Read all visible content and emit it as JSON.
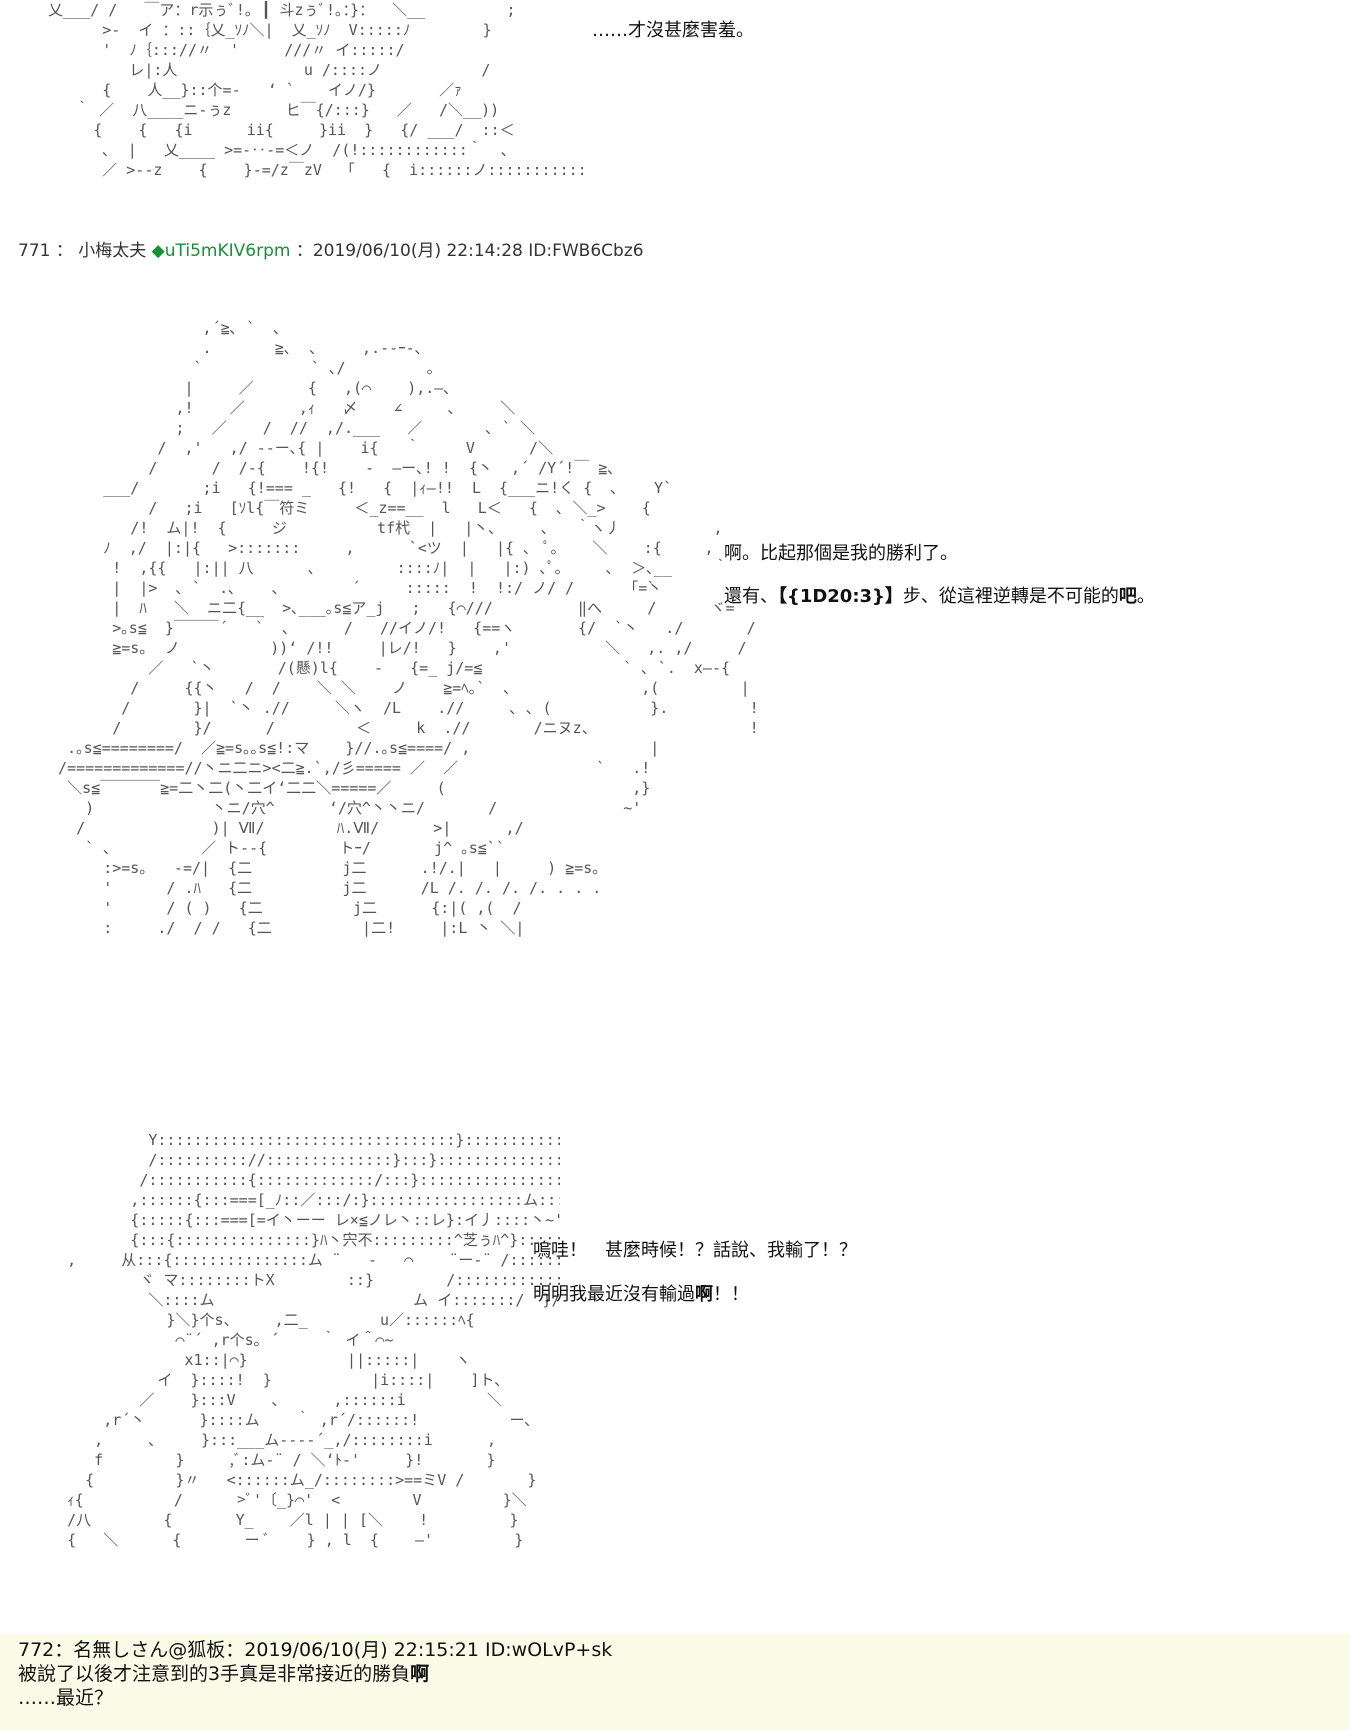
{
  "post_770_tail": {
    "aa_lines": [
      "  乂___/ /   ￣ア：r示ぅﾞ!｡ ┃ 斗zぅﾞ!｡：}：  ＼__         ;",
      "        >-  イ ：::｛乂_ｿﾉ＼|  乂_ｿﾉ  V:::::ﾉ        }",
      "        '  ﾉ｛::://〃  '     ///〃 イ:::::/",
      "           レ|:人              u /::::ノ           /",
      "        {    人__}::个=-   ‘ ` 　 イノ/}       ／ｧ",
      "     ｀ ／  八____ニ-ぅz      ヒ￣{/:::}   ／   /＼__))",
      "       {    {   {i      ii{     }ii  }   {/ ___/  ::＜",
      "        ､  |   乂____ >=-‥-=＜ノ  /(!::::::::::::｀  ､",
      "        ／ >--z    {    }-=/z￣zV  「   {  i::::::ノ:::::::::::::＼"
    ],
    "narration": "……才沒甚麼害羞。"
  },
  "post_771": {
    "number": "771",
    "name": "小梅太夫",
    "trip_mark": "◆",
    "trip": "uTi5mKIV6rpm",
    "datetime": "2019/06/10(月) 22:14:28",
    "id": "ID:FWB6Cbz6",
    "aa1_lines": [
      "                  ,´≧､ `  ､",
      "                  .       ≧､  ､     ,.--ｰ-､",
      "                 `            ` ､/         ｡",
      "                |     ／      {   ,(⌒    ),.—､",
      "               ,!    ／      ,ｨ   〆    ∠     ､     ＼",
      "               ;   ／    /  //  ,/.___   ／       ､ ` ＼",
      "             /  ,'   ,/ --ー､{ |    i{   ｀     V      /＼",
      "            /      /  /-{    !{!    -  —ー､! !  {丶  ,´ /Y´!￣ ≧､",
      "       ___/       ;i   {!=== _   {!   {  |ｨ—!!  L  {___ニ!く {  ､    Y` 、",
      "            /   ;i   [ｿl{￣符ミ     ＜_z==__  l   L＜   {  ､ ＼_>    {",
      "          /!  ム|!  {     ジ          tf杙  |   |丶､     ､   ｀ヽ丿",
      "       ﾉ  ,/  |:|{   >:::::::     ,      `<ツ  |   |{ ､  ﾟ。   ＼    :{",
      "        !  ,{{   |:|| 八      ､         ::::ﾉ|  |   |:) ､ﾟ。    ､  ＞､__  ､",
      "        |  |>  ､ `  .､    ､        ´     :::::  !  !:/ ノ/ /        `",
      "        |  ﾊ   ＼  ニ二{__  >､___｡s≦ア_j   ;   {⌒///",
      "        >｡s≦  }￣￣￣´   `  ､      /   //イノ/!   {==ヽ",
      "        ≧=s｡  ノ          ))‘ /!!     |レ/!   }    ,'",
      "            ／   `丶       /(懸)l{    -   {=_ j/=≦",
      "          /     {{丶   /  /    ＼ ＼    ノ    ≧=ﾍ｡`  ､",
      "         /       }|  `丶 .//     ＼ヽ  /L    .//     ､ ､ (",
      "        /        }/      /         ＜     k  .//       /ニヌz、",
      "   .｡s≦========/  ／≧=s｡｡s≦!:マ    }//.｡s≦====/ ,",
      "  /=============//丶ニ二ニ><二≧.`,/彡===== ／  ／",
      "   ＼s≦￣￣￣￣≧=二丶二(丶二イ‘二二＼=====／     (",
      "     )             丶ニ/穴^      ‘/穴^丶丶ニ/       /",
      "    /              )| Ⅶ/        ﾊ.Ⅶ/      >|      ,/",
      "     ` ､          ／ ト--{        トｰ/       j^ ｡s≦``",
      "       :>=s｡   -=/|  {二          j二      .!/.|   |     ) ≧=s｡",
      "       '      / .ﾊ   {二          j二      /L /. /. /. /. . . .",
      "       '      / ( )   {二          j二      {:|( ,(  /",
      "       :     ./  / /   {二          |二!     |:L 丶 ＼|"
    ],
    "aa1_right_lines": [
      "                 ,",
      "                ,",
      "                 ｀",
      "       「=丶",
      "  ‖へ     /      ヾ=",
      "  {/  `丶   ./       /",
      "     ＼   ,. ,/     /",
      "       ` ､ `.  x—-{",
      "         ,(         |",
      "          }.         !",
      "                     ! ,",
      "          |            ,",
      "    `   .!              ､",
      "        ,}               ､",
      "       ~'                 ､",
      "                            /",
      "                          /",
      "                          ≧=s｡_    ＜"
    ],
    "narration_1": "啊。比起那個是我的勝利了。",
    "narration_2_prefix": "還有、",
    "narration_2_dice": "【{1D20:3}】",
    "narration_2_mid": "步、從這裡逆轉是不可能的",
    "narration_2_bold": "吧",
    "narration_2_suffix": "。",
    "aa2_lines": [
      "            Y:::::::::::::::::::::::::::::::::}::::::::::::::::、::::::::マ:::::ヽ",
      "            /:::::::::://::::::::::::::}:::}::::::::::::::::::::::},::::::::マ:::::V",
      "           /:::::::::::{:::::::::::::/:::}::::::::::::::::::::::::}::::::::::::::::::V",
      "          ,::::::{:::===[_ﾉ::／:::/:}:::::::::::::::::ム:::::}:::::::::}::::::::::::::V",
      "          {:::::{:::===[=イ丶ーー レ×≦ノレ丶::レ}:イ丿::::丶~'",
      "          {:::{:::::::::::::::}ﾊ丶宍不:::::::::^芝ぅﾊ^}:::::::::::::::::::}",
      "   ,     从:::{:::::::::::::::ム ¨   -   ⌒    ¨ー-¨ /::::::::::::::::/::}",
      "           ヾ マ::::::::トX        ::}        /:::::::::::::/ }:/",
      "            ＼::::ム                      ム イ:::::::/  }/",
      "              }＼}个s、    ,二_        u／::::::ﾍ{",
      "               ⌒¨´ ,r个s｡ ´ 　  ｀ イ＾⌒~",
      "                x1::|⌒}           ||:::::|    ヽ",
      "             イ  }::::!  }           |i::::|    ]ト、",
      "           ／    }:::V    ､      ,::::::i         ＼",
      "       ,r´丶      }::::ム    ｀ ,r´/::::::!          ー､",
      "      ,     ､     }:::___ム‐--‐´_,/::::::::i      ,       マ",
      "      f        }     ,ﾞ:ム‐¨ / ＼‘ﾄ-'     }!       }",
      "     {         }〃   <::::::ム_/::::::::>==ミV /       }",
      "   ｨ{          /      >ﾞ'〔_}⌒'  <        V         }＼",
      "   /八        {       Y_    ／l | | [＼    !         }       /    V",
      "   {   ＼      {       ー ﾞ    } , l  {    ―'         }     ／      'V"
    ],
    "narration_3": "嗚哇！　甚麼時候！？話說、我輸了！？",
    "narration_4_prefix": "明明我最近沒有輸過",
    "narration_4_bold": "啊",
    "narration_4_suffix": "！！"
  },
  "post_772": {
    "header": "772：名無しさん@狐板：2019/06/10(月) 22:15:21 ID:wOLvP+sk",
    "line_1_prefix": "被說了以後才注意到的3手真是非常接近的勝負",
    "line_1_bold": "啊",
    "line_2": "……最近？"
  }
}
